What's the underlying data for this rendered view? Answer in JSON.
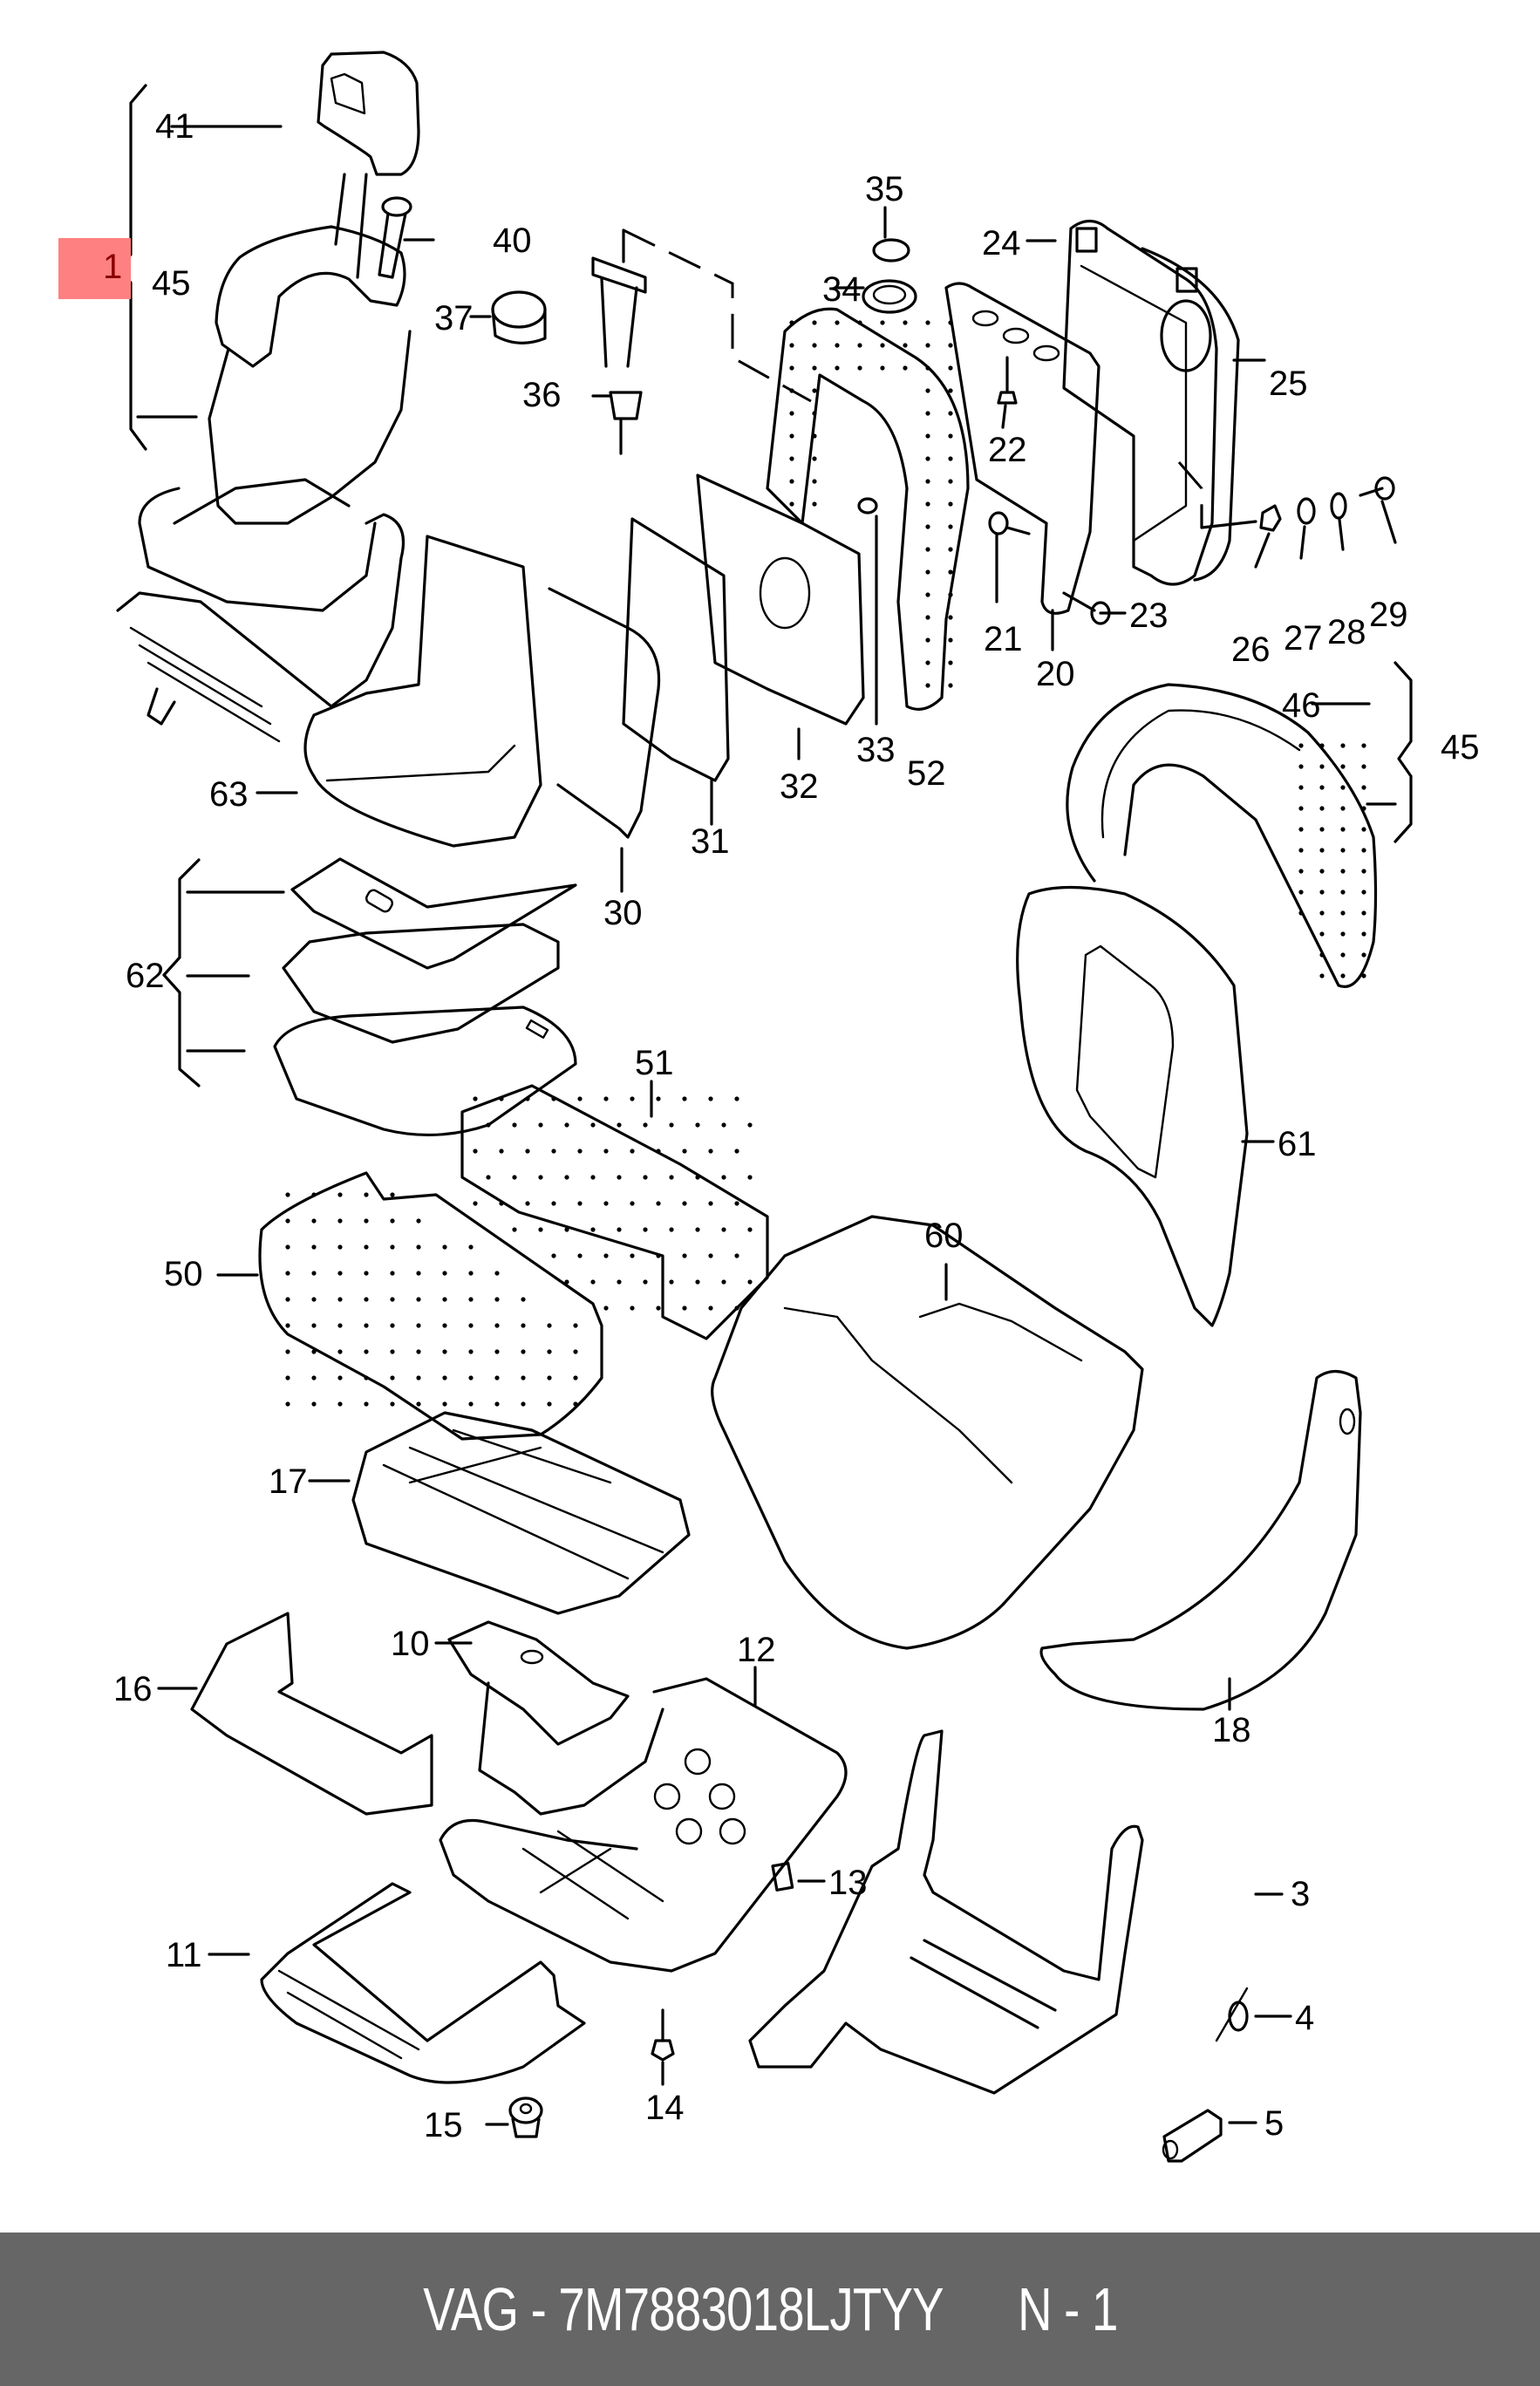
{
  "footer": {
    "brand": "VAG",
    "separator": " - ",
    "part_number": "7M7883018LJTYY",
    "diagram_ref": "N - 1"
  },
  "highlight": {
    "label": "1",
    "color": "#ff8080"
  },
  "callouts": {
    "c1": "1",
    "c3": "3",
    "c4": "4",
    "c5": "5",
    "c10": "10",
    "c11": "11",
    "c12": "12",
    "c13": "13",
    "c14": "14",
    "c15": "15",
    "c16": "16",
    "c17": "17",
    "c18": "18",
    "c20": "20",
    "c21": "21",
    "c22": "22",
    "c23": "23",
    "c24": "24",
    "c25": "25",
    "c26": "26",
    "c27": "27",
    "c28": "28",
    "c29": "29",
    "c30": "30",
    "c31": "31",
    "c32": "32",
    "c33": "33",
    "c34": "34",
    "c35": "35",
    "c36": "36",
    "c37": "37",
    "c40": "40",
    "c41": "41",
    "c45a": "45",
    "c45b": "45",
    "c46": "46",
    "c50": "50",
    "c51": "51",
    "c52": "52",
    "c60": "60",
    "c61": "61",
    "c62": "62",
    "c63": "63"
  },
  "colors": {
    "footer_bg": "#666666",
    "footer_text": "#ffffff",
    "highlight_bg": "#ff8080",
    "highlight_text": "#8b0000"
  }
}
